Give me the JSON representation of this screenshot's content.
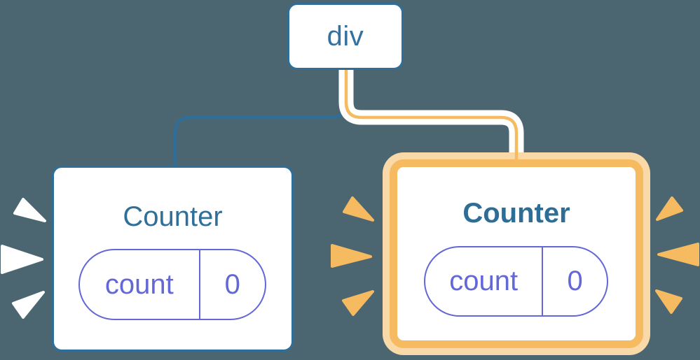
{
  "diagram": {
    "root_node": {
      "label": "div"
    },
    "left_counter": {
      "title": "Counter",
      "state_key": "count",
      "state_value": "0",
      "highlighted": false
    },
    "right_counter": {
      "title": "Counter",
      "state_key": "count",
      "state_value": "0",
      "highlighted": true
    }
  },
  "colors": {
    "background": "#4C6671",
    "blue": "#2E6E99",
    "blue_text": "#35719E",
    "teal_title": "#2F6F98",
    "teal_title_bold": "#2D6E97",
    "indigo": "#6467D6",
    "orange": "#F6BA61",
    "peach": "#FAD9A8",
    "sparkle_white": "#FFFFFF",
    "card_bg": "#FFFFFF"
  }
}
